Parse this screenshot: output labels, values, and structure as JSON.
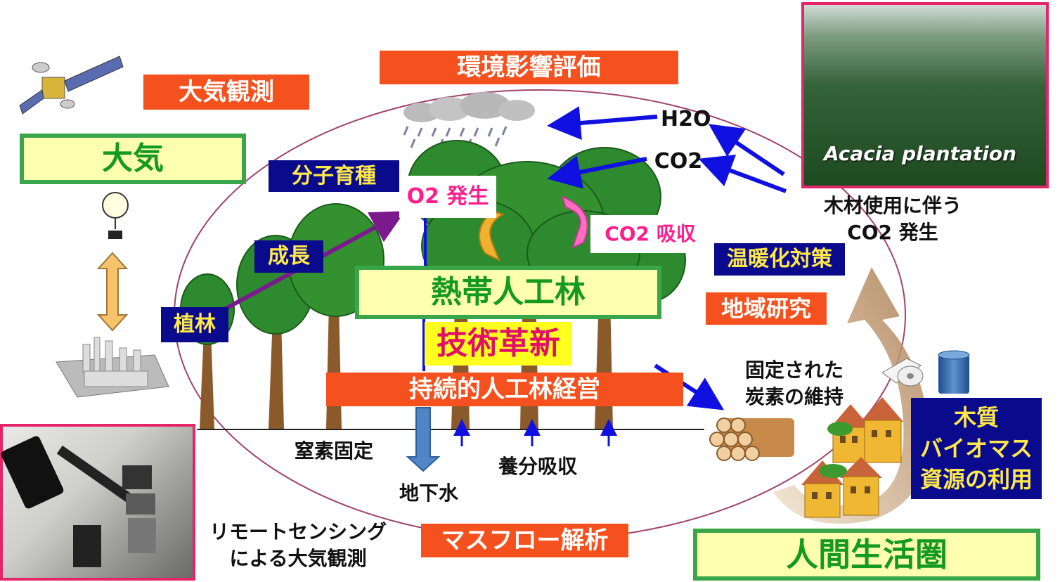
{
  "labels": {
    "env_assessment": "環境影響評価",
    "atmos_observation": "大気観測",
    "atmosphere": "大気",
    "molecular_breeding": "分子育種",
    "o2_release": "O2 発生",
    "growth": "成長",
    "planting": "植林",
    "co2_absorb": "CO2 吸収",
    "h2o": "H2O",
    "co2": "CO2",
    "tropical_plantation": "熱帯人工林",
    "tech_innovation": "技術革新",
    "sustainable_mgmt": "持続的人工林経営",
    "nitrogen_fixation": "窒素固定",
    "groundwater": "地下水",
    "nutrient_uptake": "養分吸収",
    "mass_flow": "マスフロー解析",
    "remote_sensing_line1": "リモートセンシング",
    "remote_sensing_line2": "による大気観測",
    "wood_use_co2_line1": "木材使用に伴う",
    "wood_use_co2_line2": "CO2 発生",
    "warming_measures": "温暖化対策",
    "regional_research": "地域研究",
    "fixed_carbon_line1": "固定された",
    "fixed_carbon_line2": "炭素の維持",
    "biomass_line1": "木質",
    "biomass_line2": "バイオマス",
    "biomass_line3": "資源の利用",
    "human_sphere": "人間生活圏",
    "acacia_caption": "Acacia  plantation"
  },
  "colors": {
    "red_box": "#f4511e",
    "navy_box": "#0a0a8c",
    "green_border": "#3aa64a",
    "pale_yellow": "#ffffb0",
    "pink_text": "#ff1e8c",
    "blue_arrow": "#1010e0",
    "photo_border": "#e5246a"
  },
  "icons": [
    "satellite-icon",
    "balloon-icon",
    "factory-icon",
    "cloud-rain-icon",
    "tree-icon",
    "log-pile-icon",
    "house-icon",
    "paper-roll-icon",
    "oil-barrel-icon",
    "cycle-arrow-icon"
  ]
}
